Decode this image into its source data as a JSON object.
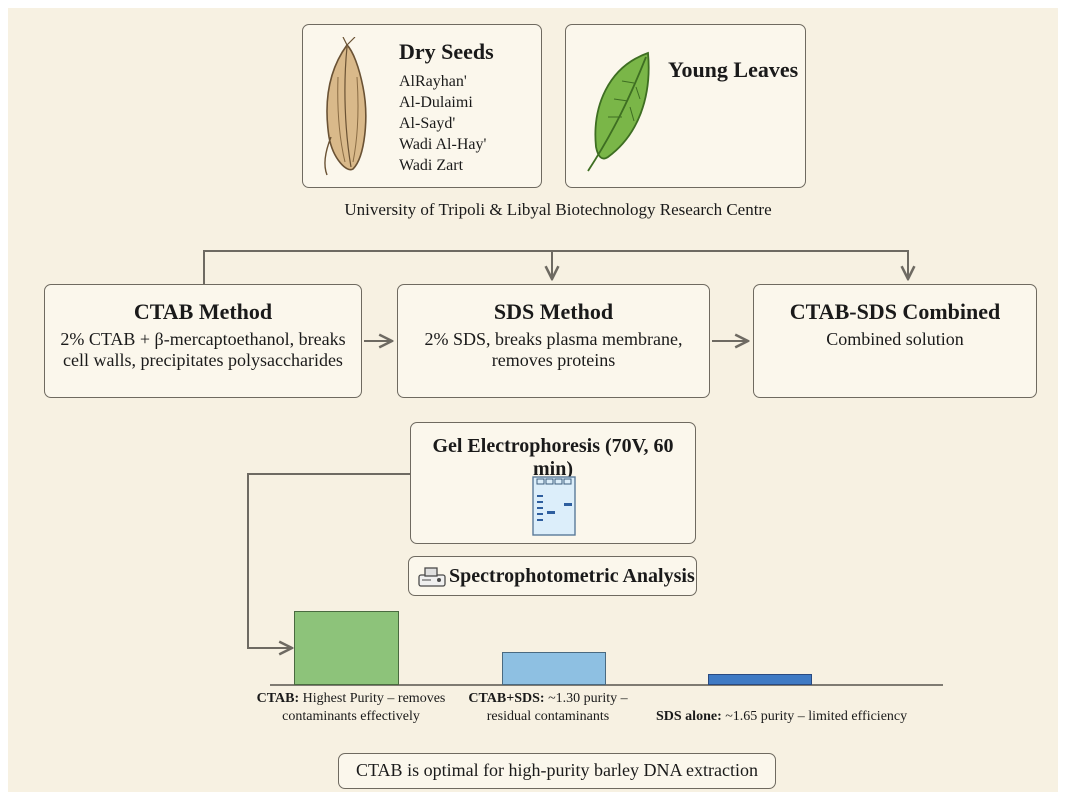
{
  "sources": {
    "dry_seeds": {
      "title": "Dry Seeds",
      "varieties": [
        "AlRayhan'",
        "Al-Dulaimi",
        "Al-Sayd'",
        "Wadi Al-Hay'",
        "Wadi Zart"
      ]
    },
    "young_leaves": {
      "title": "Young Leaves"
    },
    "institution": "University of Tripoli & Libyal Biotechnology Research Centre"
  },
  "methods": [
    {
      "title": "CTAB Method",
      "desc_line1": "2% CTAB + β-mercaptoethanol, breaks",
      "desc_line2": "cell walls, precipitates polysaccharides"
    },
    {
      "title": "SDS Method",
      "desc_line1": "2% SDS, breaks plasma membrane,",
      "desc_line2": "removes proteins"
    },
    {
      "title": "CTAB-SDS Combined",
      "desc_line1": "Combined solution",
      "desc_line2": ""
    }
  ],
  "analysis": {
    "gel_title": "Gel Electrophoresis (70V, 60 min)",
    "spectro_title": "Spectrophotometric Analysis"
  },
  "chart_data": {
    "type": "bar",
    "categories": [
      "CTAB",
      "CTAB+SDS",
      "SDS alone"
    ],
    "values": [
      100,
      45,
      15
    ],
    "colors": [
      "#8dc37a",
      "#8ec0e2",
      "#3f7ac4"
    ],
    "labels": [
      {
        "bold": "CTAB:",
        "line1": " Highest Purity – removes",
        "line2": "contaminants effectively"
      },
      {
        "bold": "CTAB+SDS:",
        "line1": " ~1.30 purity –",
        "line2": "residual contaminants"
      },
      {
        "bold": "SDS alone:",
        "line1": " ~1.65 purity – limited efficiency",
        "line2": ""
      }
    ]
  },
  "conclusion": "CTAB is optimal for high-purity barley DNA extraction",
  "colors": {
    "background": "#f7f1e2",
    "box_border": "#6f6a60",
    "wire": "#6e6a62",
    "seed": "#d9b98a",
    "leaf": "#7ab648"
  }
}
